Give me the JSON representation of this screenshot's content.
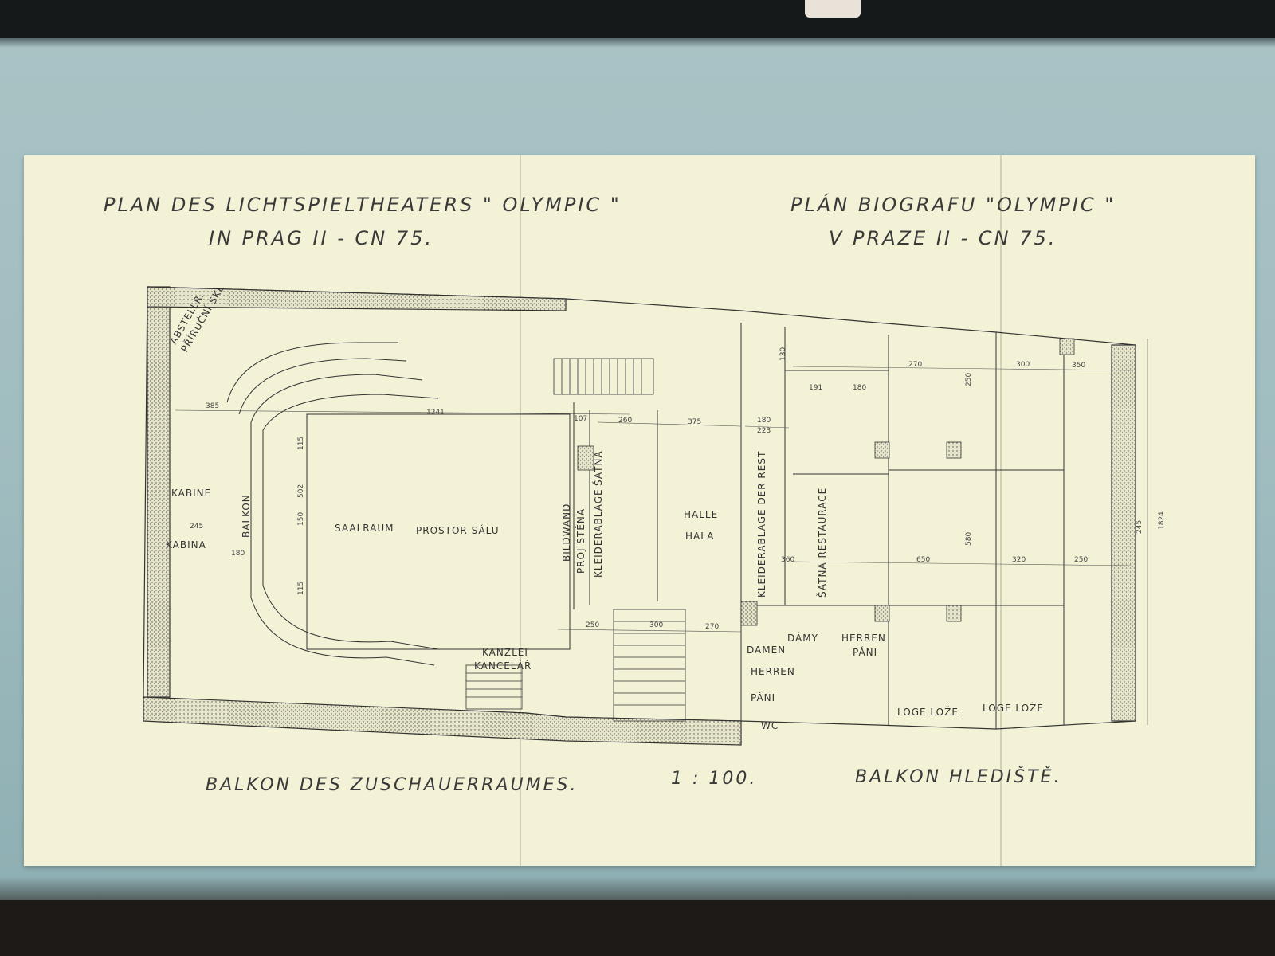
{
  "titles": {
    "de_line1": "PLAN DES LICHTSPIELTHEATERS \" OLYMPIC \"",
    "de_line2": "IN PRAG II - CN 75.",
    "cz_line1": "PLÁN BIOGRAFU \"OLYMPIC \"",
    "cz_line2": "V PRAZE II - CN 75."
  },
  "footer": {
    "de": "BALKON DES ZUSCHAUERRAUMES.",
    "scale": "1 : 100.",
    "cz": "BALKON HLEDIŠTĚ."
  },
  "rooms": {
    "abstell": "ABSTELLR.",
    "prirucni": "PŘÍRUČNÍ SKL",
    "kabine": "KABINE",
    "kabina": "KABINA",
    "balkon": "BALKON",
    "saalraum": "SAALRAUM",
    "prostor": "PROSTOR SÁLU",
    "bildwand": "BILDWAND",
    "prostena": "PROJ STĚNA",
    "kleiderablage": "KLEIDERABLAGE",
    "satna": "ŠATNA",
    "halle": "HALLE",
    "hala": "HALA",
    "kleider_rest": "KLEIDERABLAGE DER REST",
    "satna_restaurace": "ŠATNA RESTAURACE",
    "kanzlei": "KANZLEI",
    "kancelar": "KANCELÁŘ",
    "damen": "DAMEN",
    "damy": "DÁMY",
    "herren1": "HERREN",
    "pani1": "PÁNI",
    "herren2": "HERREN",
    "pani2": "PÁNI",
    "wc": "WC",
    "loge1": "LOGE LOŽE",
    "loge2": "LOGE LOŽE"
  },
  "dimensions": [
    "385",
    "1241",
    "245",
    "180",
    "107",
    "260",
    "375",
    "180",
    "223",
    "130",
    "191",
    "180",
    "270",
    "300",
    "350",
    "250",
    "580",
    "650",
    "320",
    "250",
    "360",
    "250",
    "300",
    "270",
    "150",
    "115",
    "502",
    "115",
    "1824",
    "245"
  ]
}
